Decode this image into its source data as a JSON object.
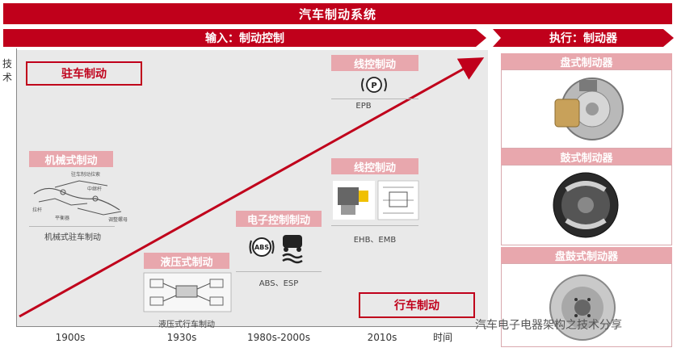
{
  "title": "汽车制动系统",
  "input_header": "输入：制动控制",
  "output_header": "执行：制动器",
  "axis": {
    "y_label_1": "技",
    "y_label_2": "术",
    "x_label": "时间",
    "x_ticks": [
      "1900s",
      "1930s",
      "1980s-2000s",
      "2010s"
    ]
  },
  "boxes": {
    "parking": "驻车制动",
    "service": "行车制动"
  },
  "stages": {
    "mechanical": {
      "tag": "机械式制动",
      "caption": "机械式驻车制动"
    },
    "hydraulic": {
      "tag": "液压式制动",
      "caption": "液压式行车制动"
    },
    "electronic": {
      "tag": "电子控制制动",
      "caption": "ABS、ESP",
      "abs_text": "ABS"
    },
    "bbw_service": {
      "tag": "线控制动",
      "caption": "EHB、EMB"
    },
    "bbw_parking": {
      "tag": "线控制动",
      "caption": "EPB",
      "p_text": "P"
    }
  },
  "sketch_labels": [
    "驻车制动拉索",
    "中继杆",
    "拉杆",
    "平衡器",
    "调整螺母"
  ],
  "brakes": [
    {
      "label": "盘式制动器"
    },
    {
      "label": "鼓式制动器"
    },
    {
      "label": "盘鼓式制动器"
    }
  ],
  "watermark": "汽车电子电器架构之技术分享",
  "colors": {
    "primary_red": "#c0001b",
    "tag_pink": "#e8a7ad",
    "panel_gray": "#e9e9e9"
  }
}
